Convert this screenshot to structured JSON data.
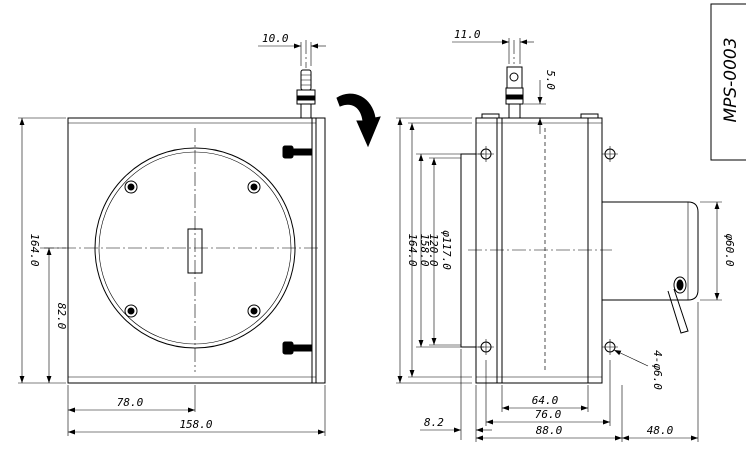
{
  "title_block": {
    "part_number": "MPS-0003"
  },
  "front_view": {
    "dims": {
      "d_10_0": "10.0",
      "d_164_0": "164.0",
      "d_82_0": "82.0",
      "d_78_0": "78.0",
      "d_158_0": "158.0"
    }
  },
  "side_view": {
    "dims": {
      "d_11_0": "11.0",
      "d_5_0": "5.0",
      "d_164_0": "164.0",
      "d_158_0": "158.0",
      "d_120_0": "120.0",
      "d_phi117_0": "φ117.0",
      "d_phi60_0": "φ60.0",
      "d_4_phi6_0": "4-φ6.0",
      "d_64_0": "64.0",
      "d_76_0": "76.0",
      "d_88_0": "88.0",
      "d_8_2": "8.2",
      "d_48_0": "48.0"
    }
  }
}
